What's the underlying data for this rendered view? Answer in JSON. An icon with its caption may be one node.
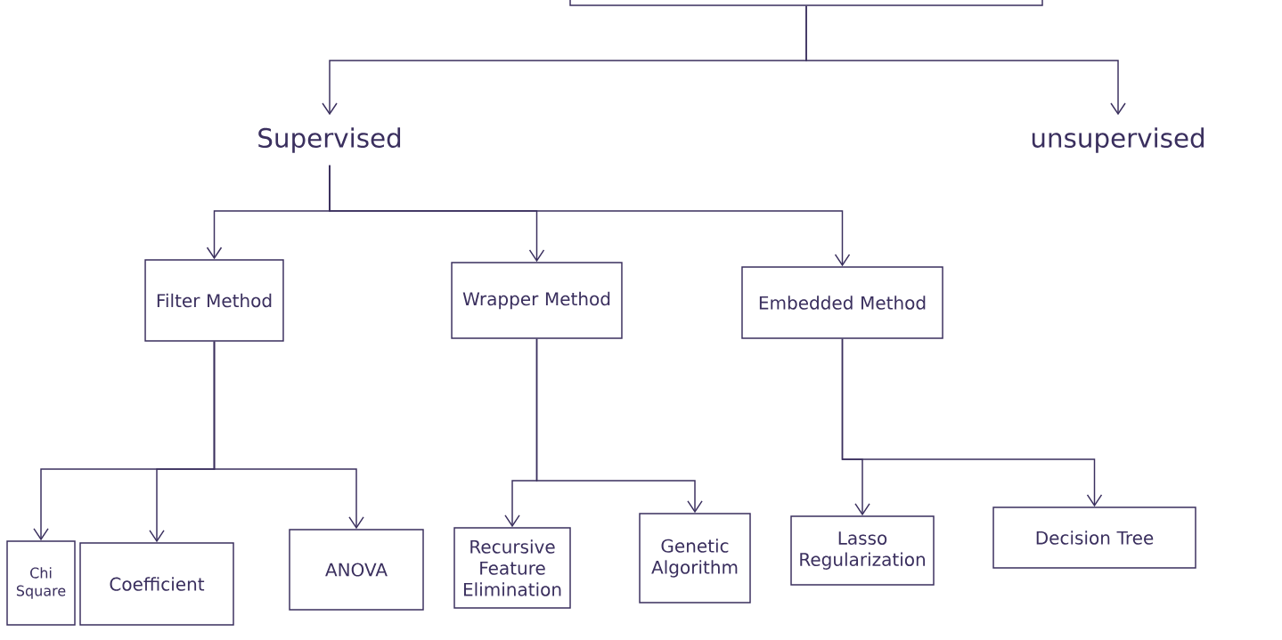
{
  "diagram": {
    "nodes": [
      {
        "text": [],
        "shape": "box"
      },
      {
        "text": [
          "Supervised"
        ]
      },
      {
        "text": [
          "unsupervised"
        ]
      },
      {
        "text": [
          "Filter Method"
        ]
      },
      {
        "text": [
          "Wrapper Method"
        ]
      },
      {
        "text": [
          "Embedded Method"
        ]
      },
      {
        "text": [
          "Chi Square"
        ]
      },
      {
        "text": [
          "Coefficient"
        ]
      },
      {
        "text": [
          "ANOVA"
        ]
      },
      {
        "text": [
          "Recursive Feature Elimination"
        ]
      },
      {
        "text": [
          "Genetic Algorithm"
        ]
      },
      {
        "text": [
          "Lasso Regularization"
        ]
      },
      {
        "text": [
          "Decision Tree"
        ]
      }
    ],
    "edges": [
      {
        "from": 0,
        "to": 1,
        "arrow": "to"
      },
      {
        "from": 0,
        "to": 2,
        "arrow": "to"
      },
      {
        "from": 1,
        "to": 3,
        "arrow": "to"
      },
      {
        "from": 1,
        "to": 4,
        "arrow": "to"
      },
      {
        "from": 1,
        "to": 5,
        "arrow": "to"
      },
      {
        "from": 3,
        "to": 6,
        "arrow": "to"
      },
      {
        "from": 3,
        "to": 7,
        "arrow": "to"
      },
      {
        "from": 3,
        "to": 8,
        "arrow": "to"
      },
      {
        "from": 4,
        "to": 9,
        "arrow": "to"
      },
      {
        "from": 4,
        "to": 10,
        "arrow": "to"
      },
      {
        "from": 5,
        "to": 11,
        "arrow": "to"
      },
      {
        "from": 5,
        "to": 12,
        "arrow": "to"
      }
    ]
  }
}
